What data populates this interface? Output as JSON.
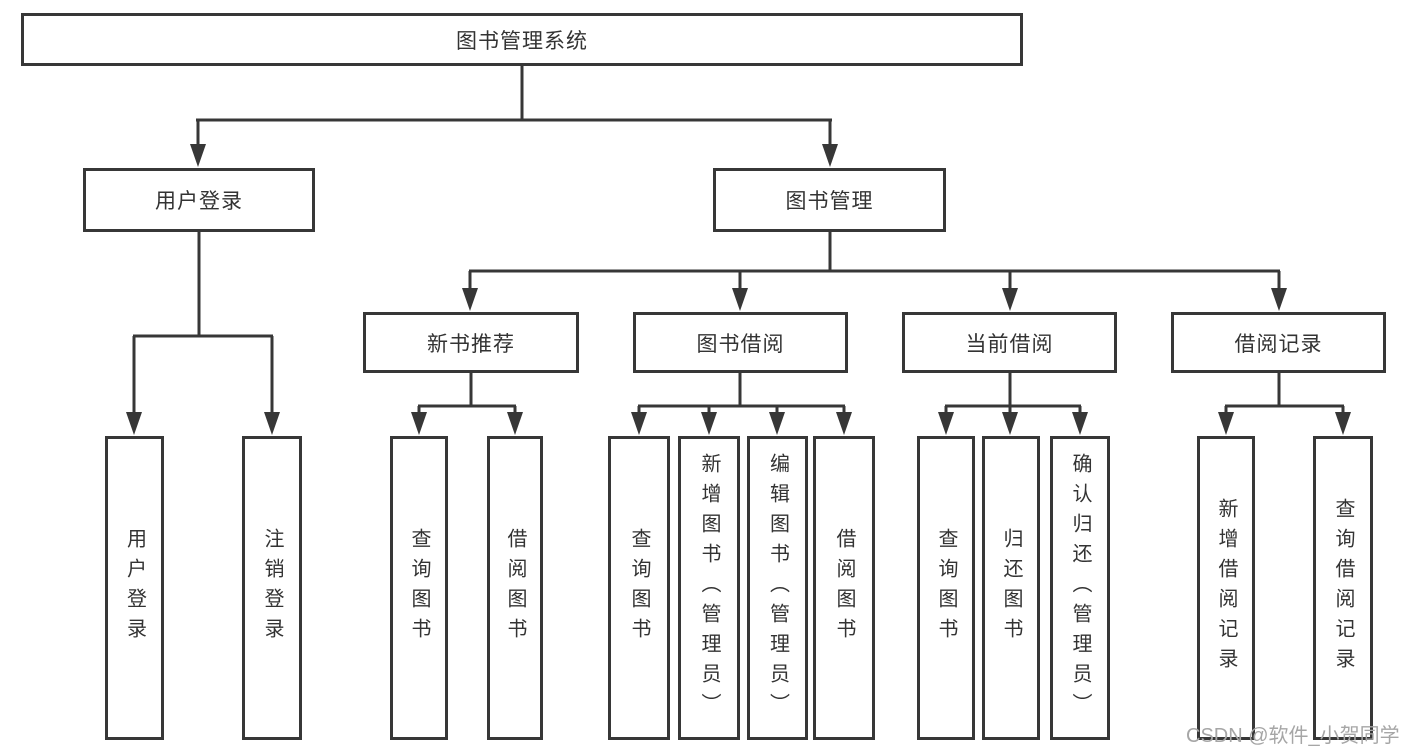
{
  "diagram": {
    "root": "图书管理系统",
    "level2": {
      "user_login": "用户登录",
      "book_management": "图书管理"
    },
    "level3": {
      "new_book_recommend": "新书推荐",
      "book_borrow": "图书借阅",
      "current_borrow": "当前借阅",
      "borrow_records": "借阅记录"
    },
    "leaves": {
      "user_login": "用户登录",
      "logout": "注销登录",
      "nbr_query_books": "查询图书",
      "nbr_borrow_books": "借阅图书",
      "bb_query_books": "查询图书",
      "bb_add_books": "新增图书（管理员）",
      "bb_edit_books": "编辑图书（管理员）",
      "bb_borrow_books": "借阅图书",
      "cb_query_books": "查询图书",
      "cb_return_books": "归还图书",
      "cb_confirm_return": "确认归还（管理员）",
      "br_add_record": "新增借阅记录",
      "br_query_record": "查询借阅记录"
    }
  },
  "watermark": "CSDN @软件_小贺同学",
  "colors": {
    "line": "#373737",
    "text": "#333333",
    "background": "#ffffff",
    "watermark": "#a6a6a6"
  }
}
